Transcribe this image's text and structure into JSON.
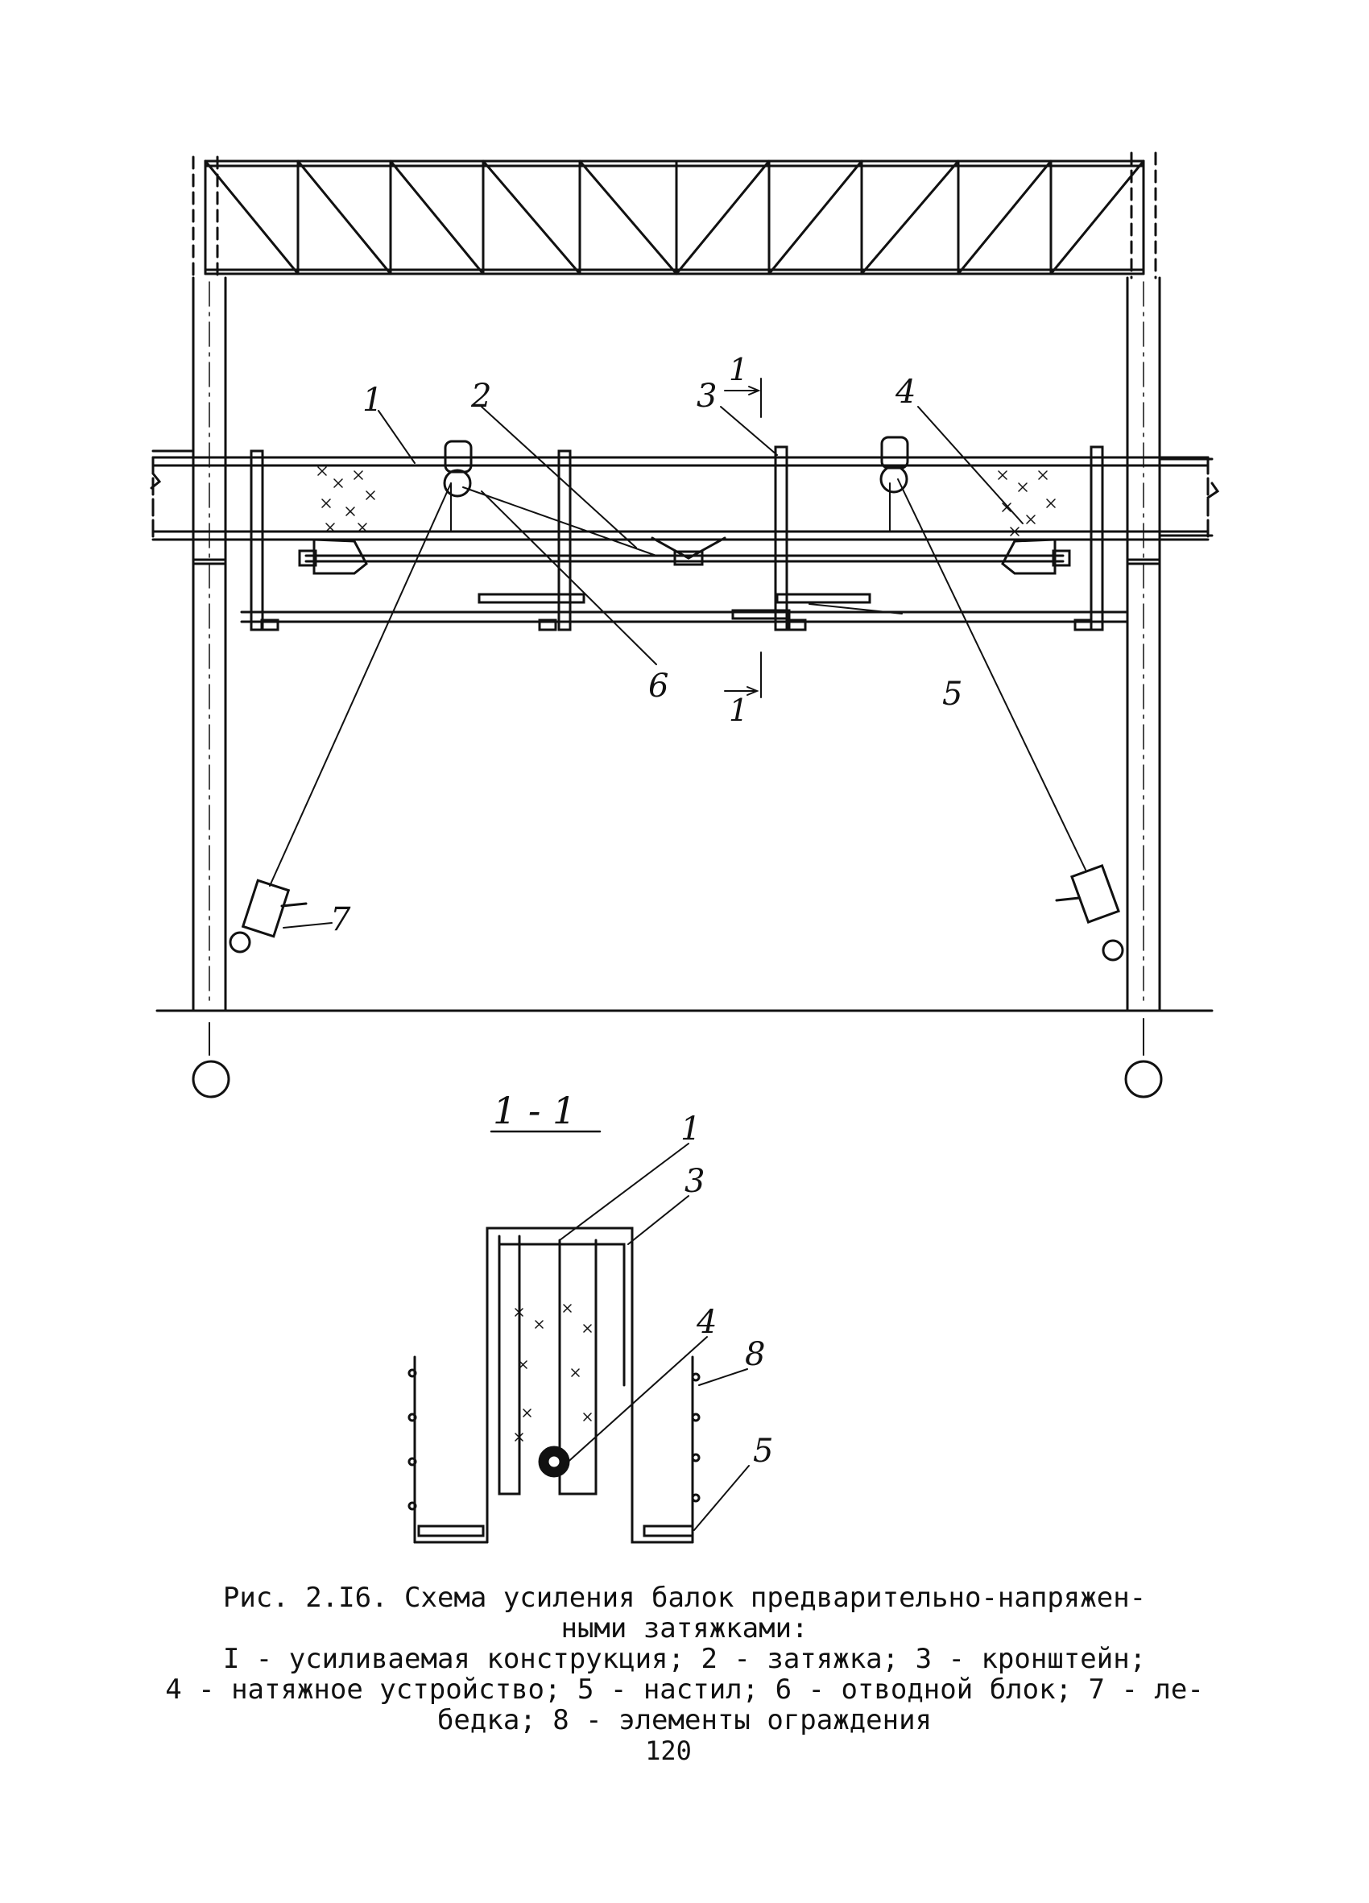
{
  "figure": {
    "callouts": {
      "c1": "1",
      "c2": "2",
      "c3": "3",
      "c4": "4",
      "c5": "5",
      "c6": "6",
      "c7": "7"
    },
    "section_marker_top": "1",
    "section_marker_bottom": "1",
    "section_title": "1 - 1",
    "section_callouts": {
      "s1": "1",
      "s3": "3",
      "s4": "4",
      "s5": "5",
      "s8": "8"
    }
  },
  "caption": {
    "line1": "Рис. 2.I6. Схема усиления балок предварительно-напряжен-",
    "line2": "ными затяжками:",
    "line3": "I - усиливаемая конструкция; 2 - затяжка; 3 - кронштейн;",
    "line4": "4 - натяжное устройство; 5 - настил; 6 - отводной блок; 7 - ле-",
    "line5": "бедка; 8 - элементы ограждения"
  },
  "page_number": "120"
}
